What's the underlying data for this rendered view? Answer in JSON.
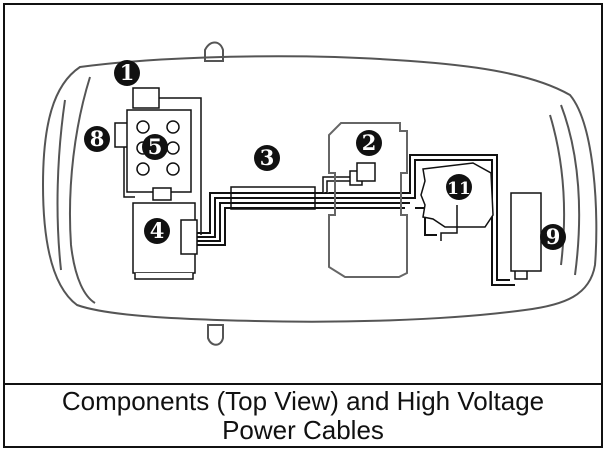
{
  "caption": {
    "line1": "Components (Top View) and High Voltage",
    "line2": "Power Cables"
  },
  "callouts": [
    {
      "id": "1",
      "label": "1"
    },
    {
      "id": "2",
      "label": "2"
    },
    {
      "id": "3",
      "label": "3"
    },
    {
      "id": "4",
      "label": "4"
    },
    {
      "id": "5",
      "label": "5"
    },
    {
      "id": "8",
      "label": "8"
    },
    {
      "id": "9",
      "label": "9"
    },
    {
      "id": "11",
      "label": "11"
    }
  ],
  "colors": {
    "line": "#111111",
    "background": "#ffffff"
  }
}
